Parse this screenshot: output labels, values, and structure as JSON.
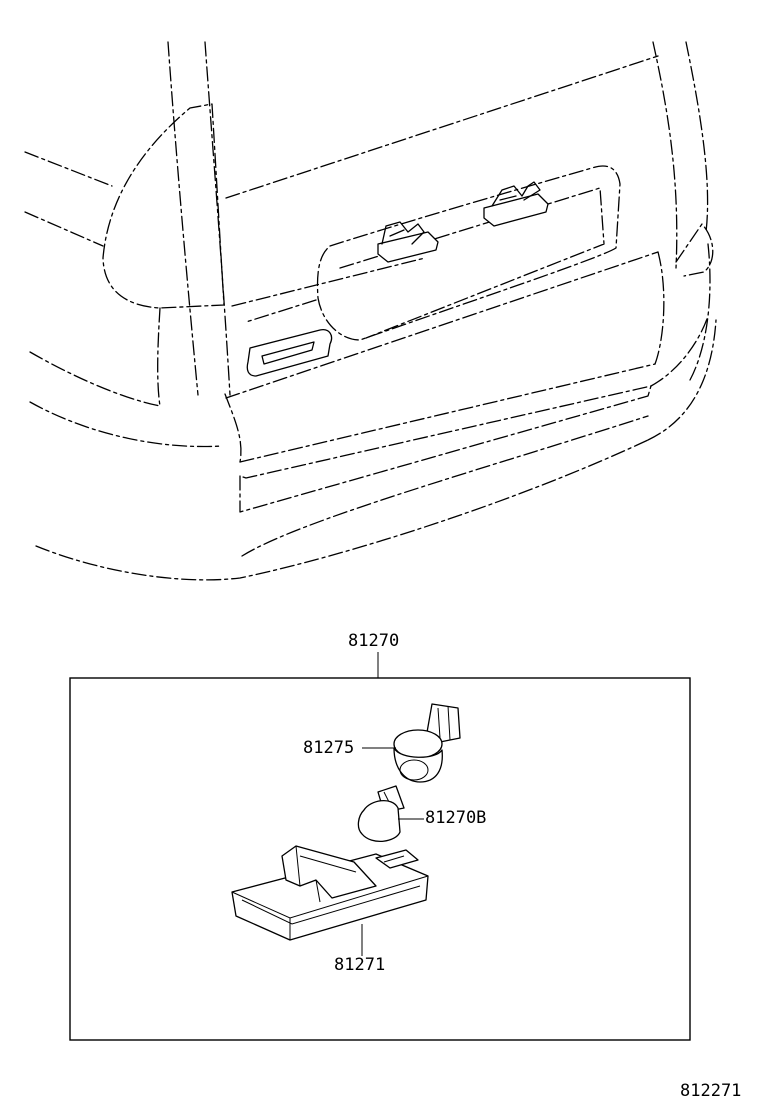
{
  "assembly": {
    "part_number": "81270"
  },
  "parts": [
    {
      "part_number": "81275"
    },
    {
      "part_number": "81270B"
    },
    {
      "part_number": "81271"
    }
  ],
  "illustration": {
    "number": "812271"
  }
}
